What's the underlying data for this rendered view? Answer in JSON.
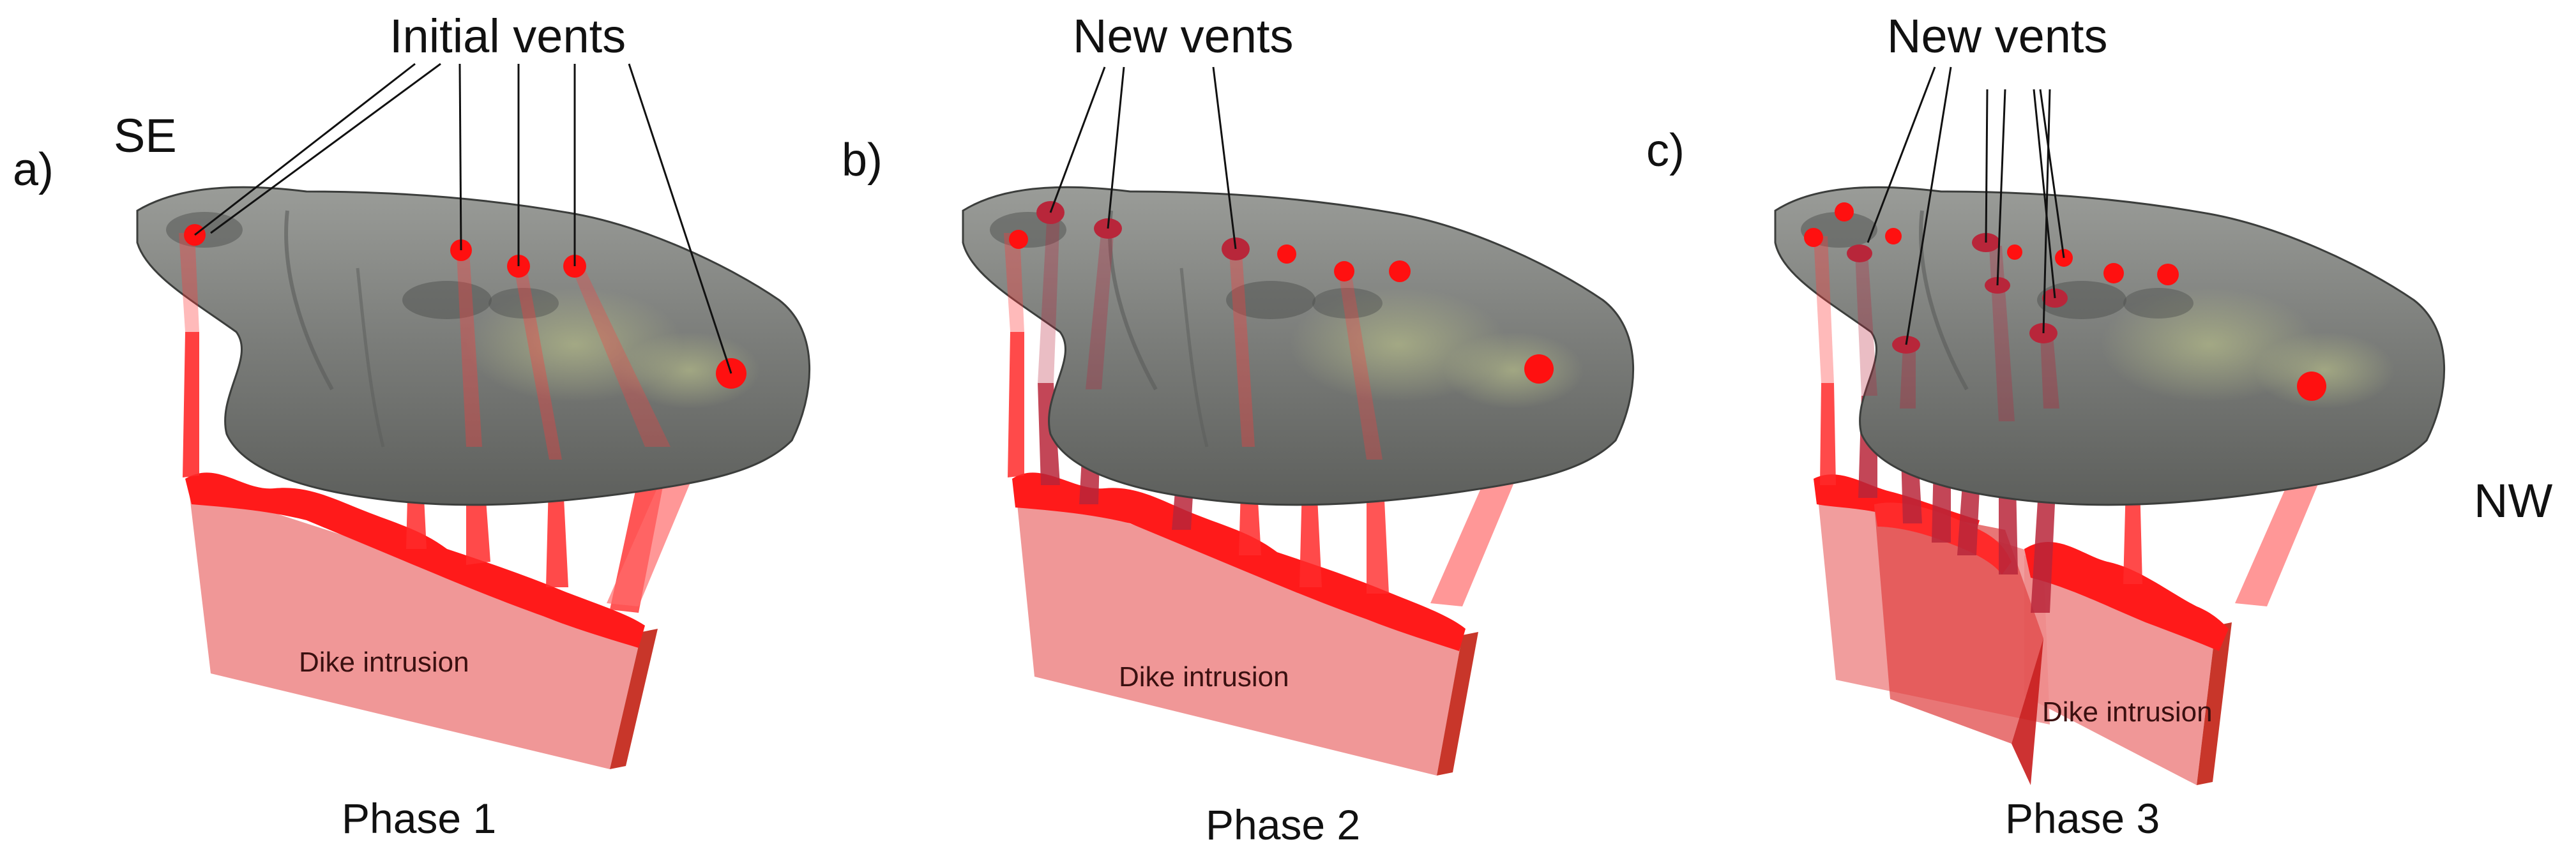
{
  "orientation": {
    "left": "SE",
    "right": "NW"
  },
  "panels": [
    {
      "letter": "a)",
      "callout": "Initial vents",
      "dike_label": "Dike intrusion",
      "phase": "Phase 1"
    },
    {
      "letter": "b)",
      "callout": "New vents",
      "dike_label": "Dike intrusion",
      "phase": "Phase 2"
    },
    {
      "letter": "c)",
      "callout": "New vents",
      "dike_label": "Dike intrusion",
      "phase": "Phase 3"
    }
  ],
  "colors": {
    "terrain": "#7d7f7c",
    "terrain_dark": "#4e504e",
    "dike_face": "#ee8c8c",
    "dike_top": "#ff1a1a",
    "dike_edge": "#c0302a",
    "vent_initial": "#ff1010",
    "vent_new": "#b8263a",
    "conduit": "#ff3030"
  },
  "icons": {
    "vent": "red-dot",
    "new_vent": "dark-red-ellipse"
  }
}
